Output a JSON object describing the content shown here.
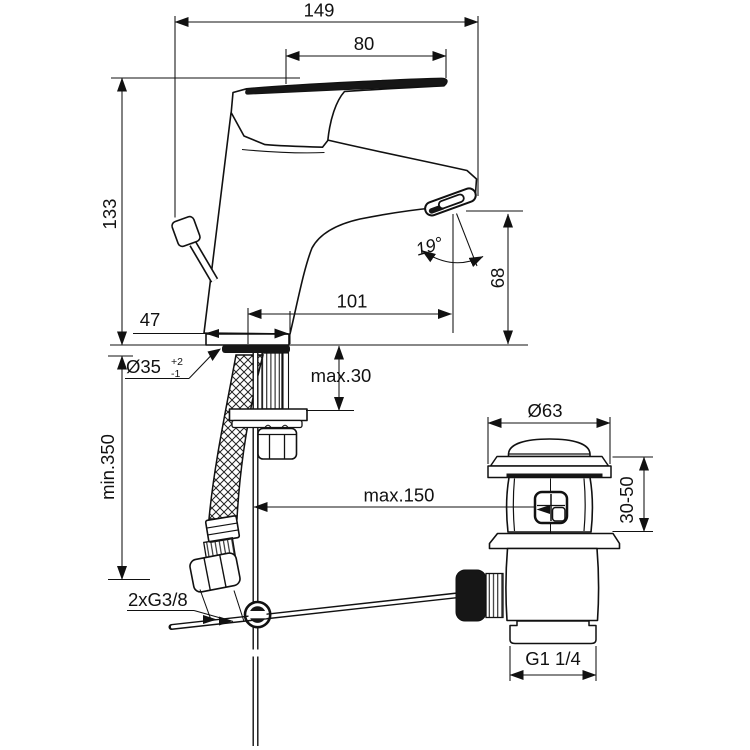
{
  "drawing": {
    "labels": {
      "total_width": "149",
      "handle_length": "80",
      "height": "133",
      "base_depth": "47",
      "spout_reach": "101",
      "outlet_height": "68",
      "outlet_angle": "19°",
      "hole_diameter": "Ø35",
      "hole_tol_plus": "+2",
      "hole_tol_minus": "-1",
      "deck_thickness": "max.30",
      "hose_length": "min.350",
      "rod_length": "max.150",
      "supply_thread": "2xG3/8",
      "waste_flange_diameter": "Ø63",
      "waste_deck_range": "30-50",
      "waste_outlet_thread": "G1 1/4"
    },
    "colors": {
      "line": "#111111",
      "background": "#ffffff"
    }
  }
}
